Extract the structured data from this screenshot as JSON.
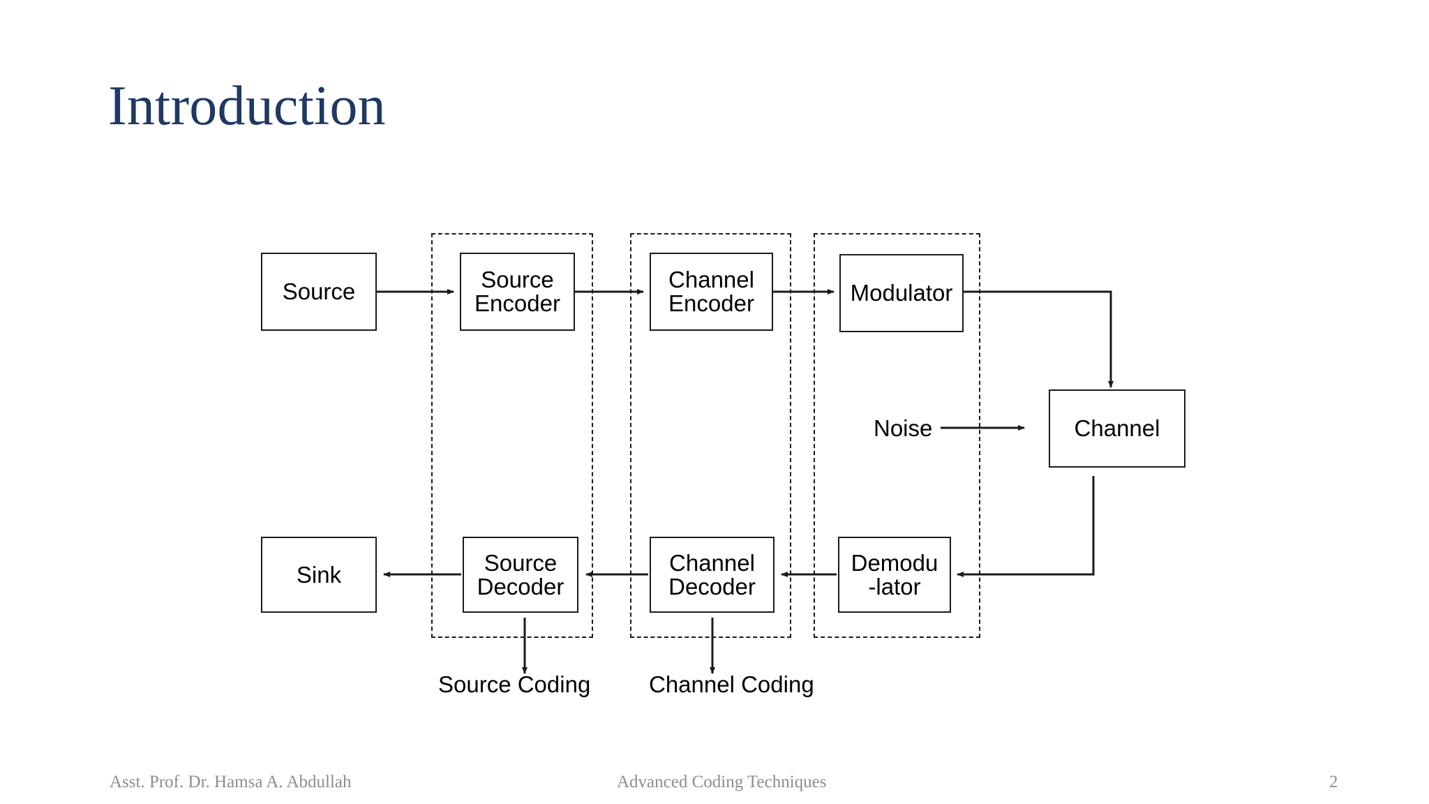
{
  "slide": {
    "title": "Introduction",
    "title_color": "#1F3864",
    "background": "#ffffff"
  },
  "diagram": {
    "type": "block-diagram",
    "stroke_color": "#1a1a1a",
    "nodes": [
      {
        "id": "source",
        "label": "Source"
      },
      {
        "id": "source-encoder",
        "label": "Source\nEncoder"
      },
      {
        "id": "channel-encoder",
        "label": "Channel\nEncoder"
      },
      {
        "id": "modulator",
        "label": "Modulator"
      },
      {
        "id": "channel",
        "label": "Channel"
      },
      {
        "id": "demodulator",
        "label": "Demodu\n-lator"
      },
      {
        "id": "channel-decoder",
        "label": "Channel\nDecoder"
      },
      {
        "id": "source-decoder",
        "label": "Source\nDecoder"
      },
      {
        "id": "sink",
        "label": "Sink"
      }
    ],
    "free_labels": [
      {
        "id": "noise",
        "label": "Noise"
      },
      {
        "id": "source-coding",
        "label": "Source Coding"
      },
      {
        "id": "channel-coding",
        "label": "Channel Coding"
      }
    ],
    "groups": [
      {
        "id": "source-coding-group",
        "label": "Source Coding"
      },
      {
        "id": "channel-coding-group",
        "label": "Channel Coding"
      },
      {
        "id": "modulation-group",
        "label": ""
      }
    ]
  },
  "footer": {
    "author": "Asst. Prof. Dr. Hamsa A. Abdullah",
    "subject": "Advanced Coding Techniques",
    "page_number": "2"
  }
}
